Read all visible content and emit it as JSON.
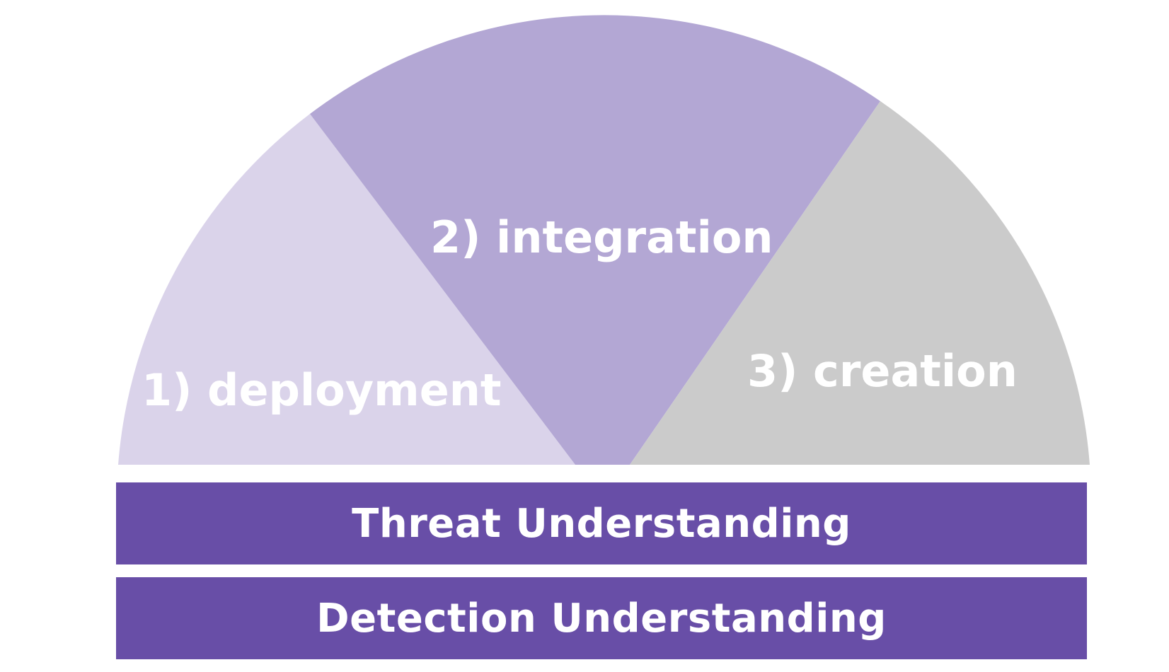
{
  "segments": [
    {
      "label": "1) deployment",
      "color": "#dad3ea"
    },
    {
      "label": "2) integration",
      "color": "#b3a7d4"
    },
    {
      "label": "3) creation",
      "color": "#cbcbcb"
    }
  ],
  "bars": {
    "threat": {
      "label": "Threat Understanding"
    },
    "detection": {
      "label": "Detection Understanding"
    }
  },
  "colors": {
    "bar": "#684ea7",
    "text": "#ffffff",
    "background": "#ffffff"
  }
}
